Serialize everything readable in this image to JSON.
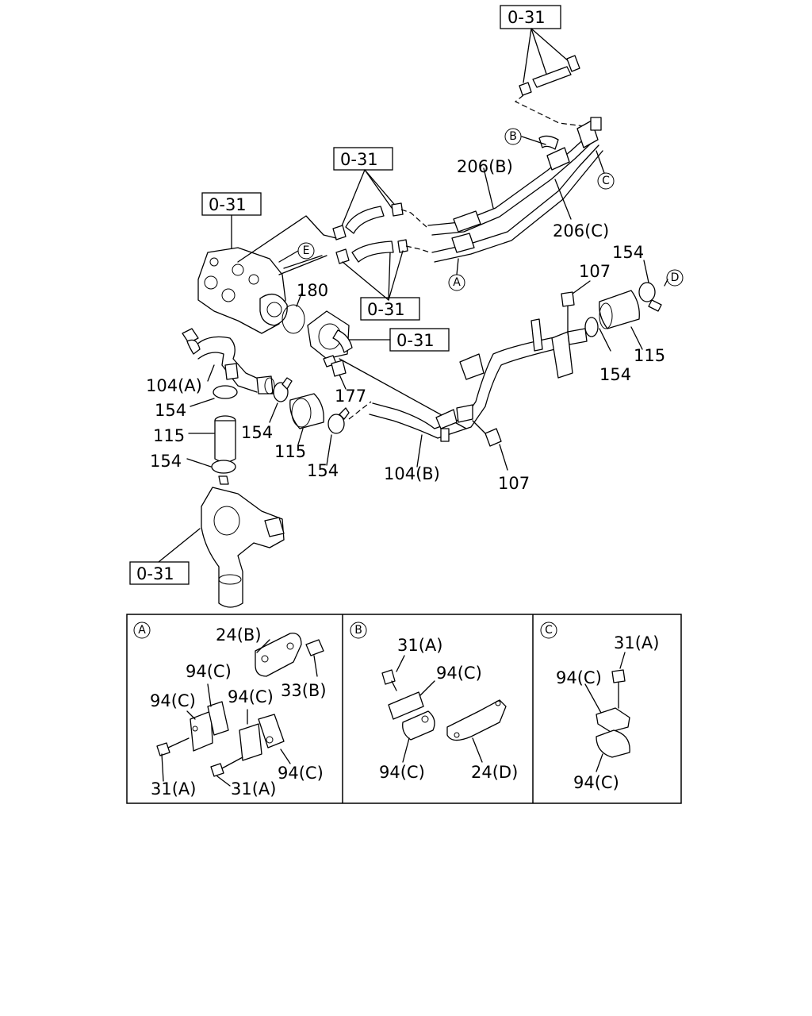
{
  "labels": {
    "ref_box": "0-31",
    "hose_206b": "206(B)",
    "hose_206c": "206(C)",
    "pipe_104a": "104(A)",
    "pipe_104b": "104(B)",
    "bolt_107": "107",
    "clamp_154": "154",
    "hose_115": "115",
    "oring_180": "180",
    "bolt_177": "177",
    "bracket_24b": "24(B)",
    "bracket_24d": "24(D)",
    "clip_94c": "94(C)",
    "bolt_31a": "31(A)",
    "bolt_33b": "33(B)"
  },
  "callouts": {
    "a": "A",
    "b": "B",
    "c": "C",
    "d": "D",
    "e": "E"
  }
}
